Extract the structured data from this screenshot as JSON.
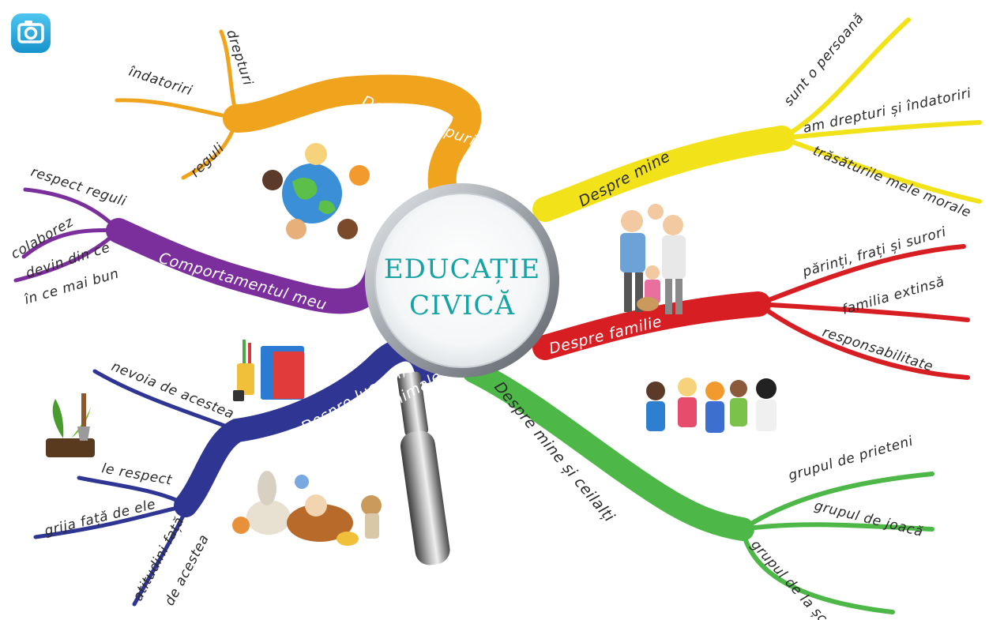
{
  "center": {
    "line1": "EDUCAȚIE",
    "line2": "CIVICĂ"
  },
  "branches": {
    "groups": {
      "label": "Despre grupuri",
      "items": [
        "drepturi",
        "îndatoriri",
        "reguli"
      ]
    },
    "behaviour": {
      "label": "Comportamentul meu",
      "items": [
        "respect reguli",
        "colaborez",
        "devin din ce",
        "în ce mai bun"
      ]
    },
    "things": {
      "label_line1": "Despre lucruri,",
      "label_line2": "plante și animale",
      "items": [
        "nevoia de acestea",
        "le respect",
        "grija față de ele",
        "atitudini față",
        "de acestea"
      ]
    },
    "me": {
      "label": "Despre mine",
      "items": [
        "sunt o persoană",
        "am drepturi și îndatoriri",
        "trăsăturile mele morale"
      ]
    },
    "family": {
      "label": "Despre familie",
      "items": [
        "părinți, frați și surori",
        "familia extinsă",
        "responsabilitate"
      ]
    },
    "others": {
      "label": "Despre mine și ceilalți",
      "items": [
        "grupul de prieteni",
        "grupul de joacă",
        "grupul de la școală"
      ]
    }
  },
  "colors": {
    "groups": "#f0a31c",
    "behaviour": "#7b2f9c",
    "things": "#2e3592",
    "me": "#f2e21a",
    "family": "#d71e23",
    "others": "#4db848",
    "center_text": "#15a3a5",
    "camera": "#1ea9e0"
  },
  "icons": {
    "camera": "camera-icon"
  }
}
